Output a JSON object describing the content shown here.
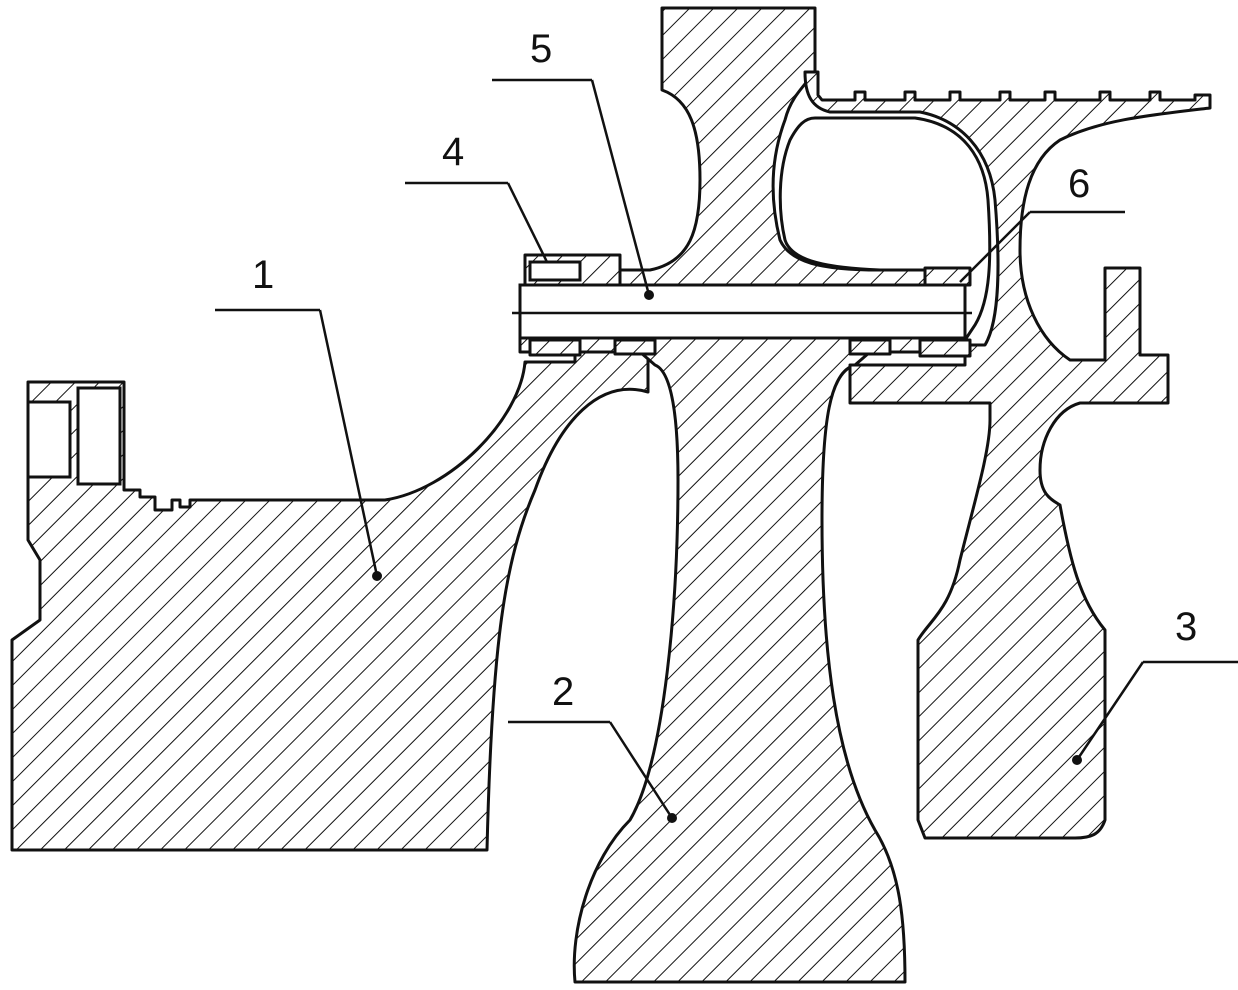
{
  "labels": {
    "part1": "1",
    "part2": "2",
    "part3": "3",
    "part4": "4",
    "part5": "5",
    "part6": "6"
  },
  "colors": {
    "line": "#111111",
    "background": "#ffffff"
  }
}
